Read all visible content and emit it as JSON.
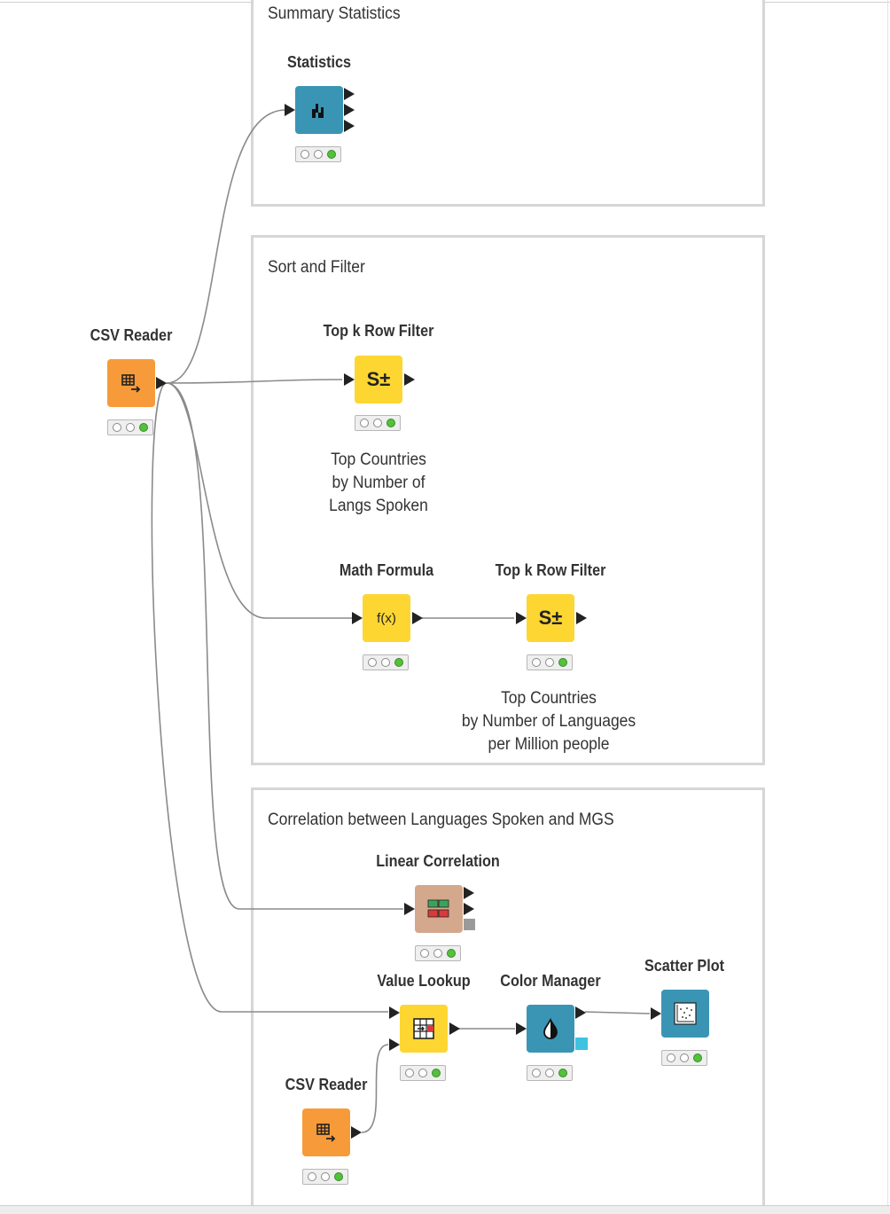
{
  "annotations": [
    {
      "id": "summary",
      "title": "Summary Statistics"
    },
    {
      "id": "sortfilter",
      "title": "Sort and Filter"
    },
    {
      "id": "correlation",
      "title": "Correlation between Languages Spoken and MGS"
    }
  ],
  "nodes": {
    "csv_reader_1": {
      "label": "CSV Reader",
      "icon": "table-arrow-icon",
      "color": "#f79b3a",
      "status": [
        "idle",
        "idle",
        "executed"
      ]
    },
    "statistics": {
      "label": "Statistics",
      "icon": "statistics-icon",
      "color": "#3a95b5",
      "status": [
        "idle",
        "idle",
        "executed"
      ]
    },
    "topk_1": {
      "label": "Top k Row Filter",
      "icon": "sort-filter-icon",
      "glyph": "S±",
      "color": "#fdd632",
      "description": [
        "Top Countries",
        "by Number of",
        "Langs Spoken"
      ],
      "status": [
        "idle",
        "idle",
        "executed"
      ]
    },
    "math_formula": {
      "label": "Math Formula",
      "icon": "formula-icon",
      "glyph": "f(x)",
      "color": "#fdd632",
      "status": [
        "idle",
        "idle",
        "executed"
      ]
    },
    "topk_2": {
      "label": "Top k Row Filter",
      "icon": "sort-filter-icon",
      "glyph": "S±",
      "color": "#fdd632",
      "description": [
        "Top Countries",
        "by Number of Languages",
        "per Million people"
      ],
      "status": [
        "idle",
        "idle",
        "executed"
      ]
    },
    "linear_corr": {
      "label": "Linear Correlation",
      "icon": "correlation-matrix-icon",
      "color": "#d4a88c",
      "status": [
        "idle",
        "idle",
        "executed"
      ]
    },
    "value_lookup": {
      "label": "Value Lookup",
      "icon": "lookup-table-icon",
      "color": "#fdd632",
      "status": [
        "idle",
        "idle",
        "executed"
      ]
    },
    "color_manager": {
      "label": "Color Manager",
      "icon": "color-drop-icon",
      "color": "#3a95b5",
      "status": [
        "idle",
        "idle",
        "executed"
      ]
    },
    "scatter_plot": {
      "label": "Scatter Plot",
      "icon": "scatter-plot-icon",
      "color": "#3a95b5",
      "status": [
        "idle",
        "idle",
        "executed"
      ]
    },
    "csv_reader_2": {
      "label": "CSV Reader",
      "icon": "table-arrow-icon",
      "color": "#f79b3a",
      "status": [
        "idle",
        "idle",
        "executed"
      ]
    }
  }
}
